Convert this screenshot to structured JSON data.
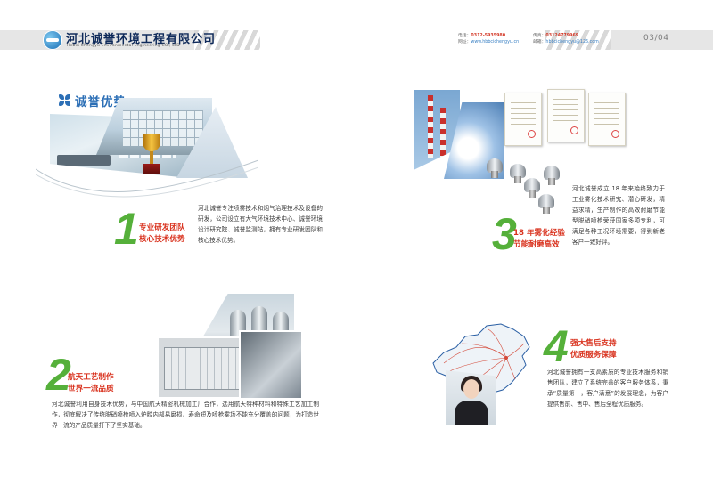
{
  "header": {
    "company_name": "河北诚誉环境工程有限公司",
    "company_name_en": "Hebei Chengyu Environmental Engineering CO., LTD",
    "contact": {
      "phone_label": "电话：",
      "phone": "0312-5935980",
      "fax_label": "传真：",
      "fax": "03124779969",
      "web_label": "网址：",
      "web": "www.hbbcichengyu.cn",
      "email_label": "邮箱：",
      "email": "hbbcichengyu@126.com"
    },
    "page_number": "03/04"
  },
  "section": {
    "title": "诚誉优势"
  },
  "items": [
    {
      "number": "1",
      "title_line1": "专业研发团队",
      "title_line2": "核心技术优势",
      "text": "河北诚誉专注喷雾技术和烟气治理技术及设备的研发，公司设立有大气环境技术中心、诚誉环境设计研究院、诚誉监测站，拥有专业研发团队和核心技术优势。"
    },
    {
      "number": "2",
      "title_line1": "航天工艺制作",
      "title_line2": "世界一流品质",
      "text": "河北诚誉利用自身技术优势，与中国航天精密机械加工厂合作，选用航天特种材料和特殊工艺加工制作，彻底解决了传统脱硝喷枪喷入炉膛内部易磨损、寿命短及喷枪雾场不能充分覆盖的问题，为打造世界一流的产品质量打下了坚实基础。"
    },
    {
      "number": "3",
      "title_line1": "18 年雾化经验",
      "title_line2": "节能耐磨高效",
      "text": "河北诚誉成立 18 年来始终致力于工业雾化技术研究、潜心研发，精益求精，生产制作的高效耐磨节能型脱硝喷枪荣获国家多项专利，可满足各种工况环境需要，得到新老客户一致好评。"
    },
    {
      "number": "4",
      "title_line1": "强大售后支持",
      "title_line2": "优质服务保障",
      "text": "河北诚誉拥有一支高素质的专业技术服务和销售团队，建立了系统完善的客户服务体系，秉承“质量第一，客户满意”的发展理念，为客户提供售前、售中、售后全程优质服务。"
    }
  ],
  "colors": {
    "brand_blue": "#2c6fb6",
    "number_green": "#55b03a",
    "feature_red": "#d9331f"
  }
}
